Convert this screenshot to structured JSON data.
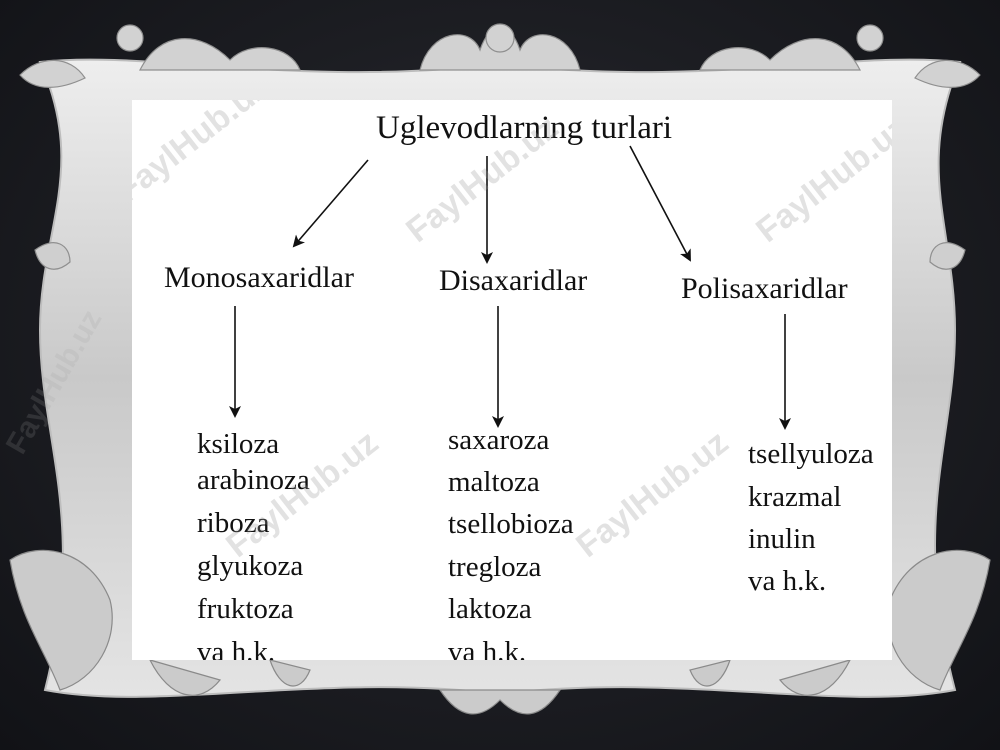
{
  "diagram": {
    "root": "Uglevodlarning turlari",
    "categories": [
      {
        "label": "Monosaxaridlar",
        "items": [
          "ksiloza",
          "arabinoza",
          "riboza",
          "glyukoza",
          "fruktoza",
          "va h.k."
        ]
      },
      {
        "label": "Disaxaridlar",
        "items": [
          "saxaroza",
          "maltoza",
          "tsellobioza",
          "tregloza",
          "laktoza",
          "va h.k."
        ]
      },
      {
        "label": "Polisaxaridlar",
        "items": [
          "tsellyuloza",
          "krazmal",
          "inulin",
          "va h.k."
        ]
      }
    ]
  },
  "watermark": "FaylHub.uz",
  "colors": {
    "frame": "#d9d9d9",
    "background": "#1c1d22",
    "text": "#111111"
  }
}
